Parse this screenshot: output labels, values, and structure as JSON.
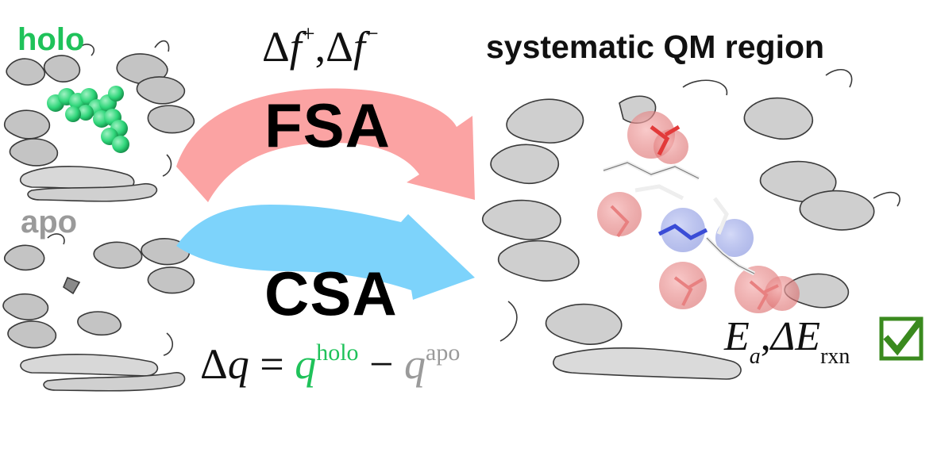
{
  "labels": {
    "holo": "holo",
    "apo": "apo",
    "title": "systematic QM region",
    "fsa": "FSA",
    "csa": "CSA"
  },
  "equations": {
    "df_delta": "Δ",
    "df_f": "f",
    "df_plus": "+",
    "df_sep": ",",
    "df_minus": "−",
    "dq_delta": "Δ",
    "dq_q": "q",
    "dq_eq": " = ",
    "dq_holo_q": "q",
    "dq_holo_sup": "holo",
    "dq_minus": " − ",
    "dq_apo_q": "q",
    "dq_apo_sup": "apo",
    "ea_E": "E",
    "ea_a": "a",
    "ea_sep": ",",
    "ea_dE": "ΔE",
    "ea_rxn": "rxn"
  },
  "colors": {
    "holo_green": "#1fc25a",
    "apo_gray": "#9a9a9a",
    "fsa_arrow": "#fba3a3",
    "csa_arrow": "#7dd3fb",
    "check_green": "#3a8a1e",
    "protein_gray": "#b8b8b8",
    "ligand_green": "#2fd67a",
    "qm_red": "#e23a3a",
    "qm_blue": "#3a4cd6"
  },
  "icons": {
    "checkmark": "checkbox-check-icon"
  }
}
